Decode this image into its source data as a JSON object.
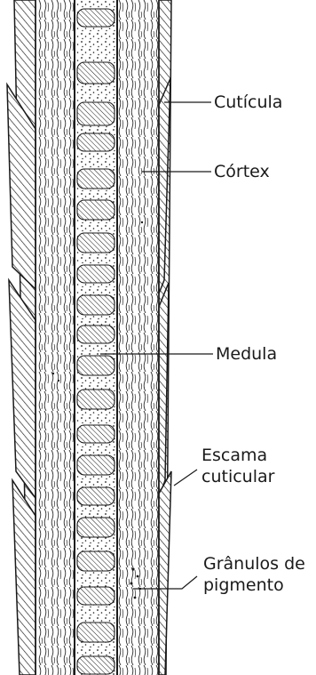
{
  "labels": {
    "cuticula": "Cutícula",
    "cortex": "Córtex",
    "medula": "Medula",
    "escama_line1": "Escama",
    "escama_line2": "cuticular",
    "granulos_line1": "Grânulos de",
    "granulos_line2": "pigmento"
  },
  "colors": {
    "ink": "#1a1a1a",
    "background": "#ffffff"
  }
}
